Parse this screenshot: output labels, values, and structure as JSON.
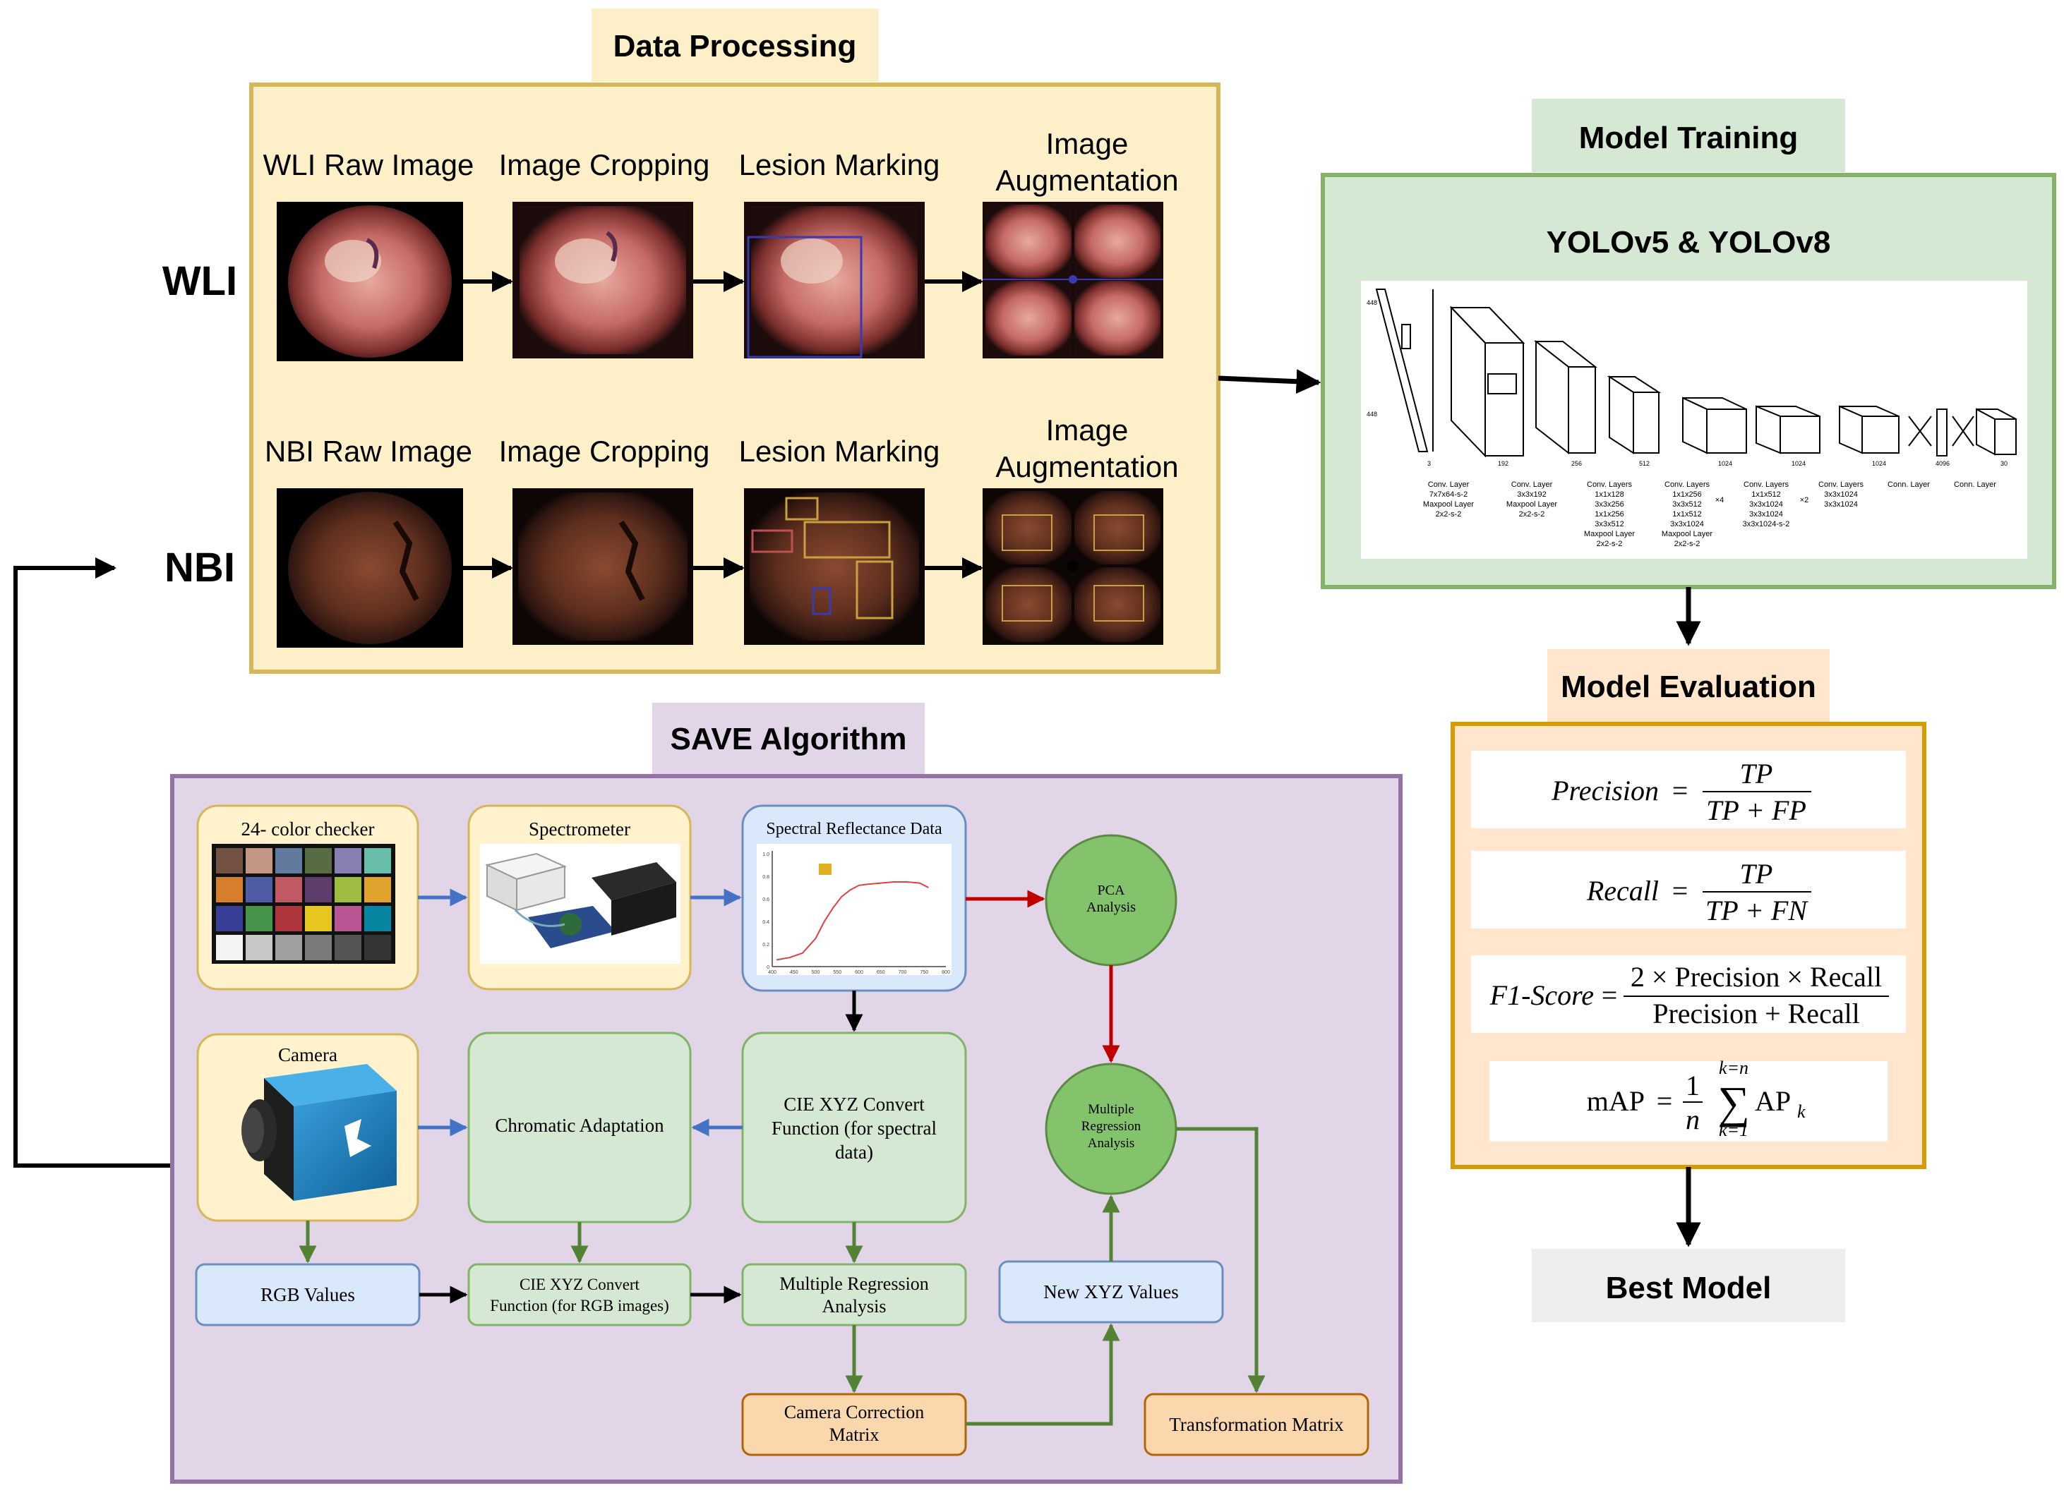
{
  "data_processing": {
    "title": "Data Processing",
    "wli_label": "WLI",
    "nbi_label": "NBI",
    "wli_steps": [
      "WLI Raw Image",
      "Image Cropping",
      "Lesion Marking",
      "Image",
      "Augmentation"
    ],
    "nbi_steps": [
      "NBI Raw Image",
      "Image Cropping",
      "Lesion Marking",
      "Image",
      "Augmentation"
    ]
  },
  "model_training": {
    "title": "Model Training",
    "subtitle": "YOLOv5 & YOLOv8",
    "arch": {
      "dims": [
        "448",
        "448",
        "3",
        "192",
        "256",
        "512",
        "1024",
        "1024",
        "1024",
        "4096",
        "30"
      ],
      "captions": [
        [
          "Conv. Layer",
          "7x7x64-s-2",
          "Maxpool Layer",
          "2x2-s-2"
        ],
        [
          "Conv. Layer",
          "3x3x192",
          "Maxpool Layer",
          "2x2-s-2"
        ],
        [
          "Conv. Layers",
          "1x1x128",
          "3x3x256",
          "1x1x256",
          "3x3x512",
          "Maxpool Layer",
          "2x2-s-2"
        ],
        [
          "Conv. Layers",
          "1x1x256",
          "3x3x512",
          "1x1x512",
          "3x3x1024",
          "Maxpool Layer",
          "2x2-s-2"
        ],
        [
          "Conv. Layers",
          "1x1x512",
          "3x3x1024",
          "3x3x1024",
          "3x3x1024-s-2"
        ],
        [
          "Conv. Layers",
          "3x3x1024",
          "3x3x1024"
        ],
        [
          "Conn. Layer"
        ],
        [
          "Conn. Layer"
        ]
      ],
      "repeat_x4": "×4",
      "repeat_x2": "×2"
    }
  },
  "model_evaluation": {
    "title": "Model Evaluation",
    "precision": {
      "lhs": "Precision",
      "num": "TP",
      "den": "TP + FP"
    },
    "recall": {
      "lhs": "Recall",
      "num": "TP",
      "den": "TP + FN"
    },
    "f1": {
      "lhs": "F1-Score",
      "num": "2 × Precision × Recall",
      "den": "Precision + Recall"
    },
    "map": {
      "lhs": "mAP",
      "frac_num": "1",
      "frac_den": "n",
      "sum_top": "k=n",
      "sum_bottom": "k=1",
      "sigma": "∑",
      "term": "AP",
      "term_sub": "k"
    }
  },
  "best_model": {
    "label": "Best Model"
  },
  "save_algorithm": {
    "title": "SAVE Algorithm",
    "color_checker": "24- color checker",
    "spectrometer": "Spectrometer",
    "spectral_data": "Spectral Reflectance Data",
    "pca": [
      "PCA",
      "Analysis"
    ],
    "camera": "Camera",
    "chromatic": "Chromatic Adaptation",
    "cie_spectral": [
      "CIE XYZ Convert",
      "Function (for spectral",
      "data)"
    ],
    "multiple_regression_circle": [
      "Multiple",
      "Regression",
      "Analysis"
    ],
    "rgb_values": "RGB Values",
    "cie_rgb": [
      "CIE XYZ Convert",
      "Function (for RGB images)"
    ],
    "multiple_regression_box": [
      "Multiple Regression",
      "Analysis"
    ],
    "new_xyz": "New XYZ Values",
    "camera_correction": [
      "Camera Correction",
      "Matrix"
    ],
    "transformation": "Transformation Matrix",
    "checker_colors": [
      "#735244",
      "#c29682",
      "#627a9d",
      "#576c43",
      "#8580b1",
      "#67bdaa",
      "#d67e2c",
      "#505ba6",
      "#c15a63",
      "#5e3c6c",
      "#9dbc40",
      "#e0a32e",
      "#383d96",
      "#469449",
      "#af363c",
      "#e7c71f",
      "#bb5695",
      "#0885a1",
      "#f3f3f2",
      "#c8c8c8",
      "#a0a0a0",
      "#7a7a79",
      "#555555",
      "#343434"
    ],
    "spectrum_curve": {
      "x_ticks": [
        "400",
        "450",
        "500",
        "550",
        "600",
        "650",
        "700",
        "750",
        "800"
      ],
      "y_ticks": [
        "0",
        "0.2",
        "0.4",
        "0.6",
        "0.8",
        "1.0"
      ],
      "x": [
        410,
        440,
        470,
        500,
        520,
        540,
        560,
        580,
        600,
        620,
        650,
        680,
        710,
        740,
        760
      ],
      "y": [
        0.06,
        0.08,
        0.12,
        0.25,
        0.4,
        0.52,
        0.62,
        0.68,
        0.72,
        0.73,
        0.74,
        0.75,
        0.75,
        0.74,
        0.7
      ]
    }
  },
  "colors": {
    "data_processing_fill": "#fdefc8",
    "data_processing_stroke": "#d6b656",
    "model_training_fill": "#d5e8d4",
    "model_training_stroke": "#82b366",
    "model_eval_fill": "#ffe6cc",
    "model_eval_stroke": "#d79b00",
    "save_fill": "#e1d5e7",
    "save_stroke": "#9673a6",
    "yellow_box": "#fff2cc",
    "green_box": "#d5e8d4",
    "blue_box": "#dae8fc",
    "orange_box": "#fad7ac",
    "gray_box": "#eeeeee",
    "arrow_blue": "#4472c4",
    "arrow_red": "#c00000",
    "arrow_green": "#548235"
  }
}
